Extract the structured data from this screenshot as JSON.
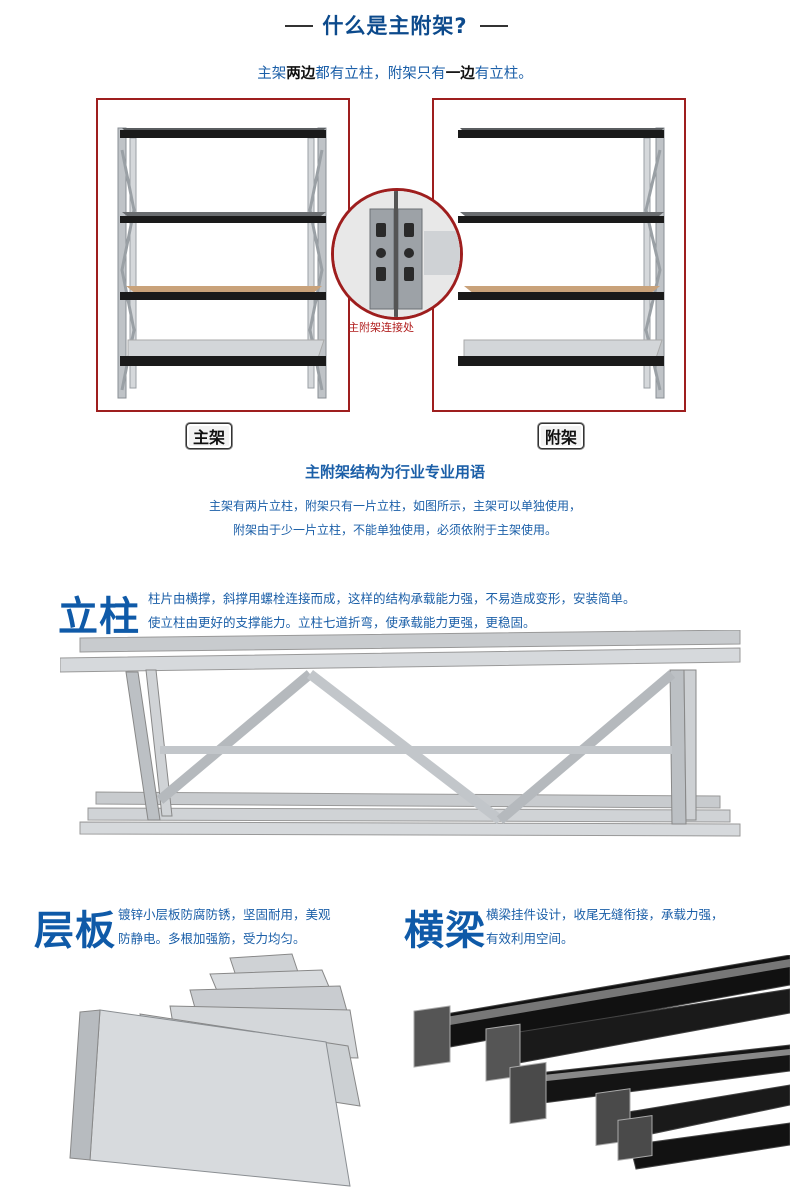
{
  "section1": {
    "title": "什么是主附架?",
    "subtitle_a": "主架",
    "subtitle_b": "两边",
    "subtitle_c": "都有立柱，附架只有",
    "subtitle_d": "一边",
    "subtitle_e": "有立柱。",
    "connection_label": "主附架连接处",
    "main_tag": "主架",
    "sub_tag": "附架",
    "heading": "主附架结构为行业专业用语",
    "desc_line1": "主架有两片立柱，附架只有一片立柱，如图所示，主架可以单独使用，",
    "desc_line2": "附架由于少一片立柱，不能单独使用，必须依附于主架使用。"
  },
  "section2": {
    "title": "立柱",
    "desc_line1": "柱片由横撑，斜撑用螺栓连接而成，这样的结构承载能力强，不易造成变形，安装简单。",
    "desc_line2": "使立柱由更好的支撑能力。立柱七道折弯，使承载能力更强，更稳固。"
  },
  "section3": {
    "title": "层板",
    "desc_line1": "镀锌小层板防腐防锈，坚固耐用，美观",
    "desc_line2": "防静电。多根加强筋，受力均匀。"
  },
  "section4": {
    "title": "横梁",
    "desc_line1": "横梁挂件设计，收尾无缝衔接，承载力强，",
    "desc_line2": "有效利用空间。"
  },
  "colors": {
    "title_blue": "#0c4a8c",
    "text_blue": "#1b5fa8",
    "frame_red": "#9e1e1e",
    "beam_black": "#1a1a1a"
  }
}
